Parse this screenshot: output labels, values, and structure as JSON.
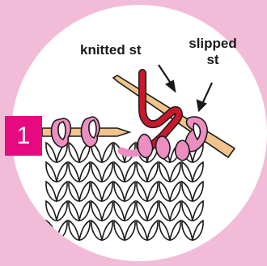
{
  "step": {
    "number": "1"
  },
  "labels": {
    "knitted": "knitted st",
    "slipped_line1": "slipped",
    "slipped_line2": "st"
  },
  "colors": {
    "background": "#f2bcd8",
    "circle": "#ffffff",
    "badge": "#e6097f",
    "stitch_pink": "#ec8ec0",
    "yarn_red": "#c8182c",
    "needle": "#f0c48a",
    "outline": "#1a1a1a"
  },
  "icons": [
    "arrow-icon",
    "knitting-needle-icon"
  ]
}
